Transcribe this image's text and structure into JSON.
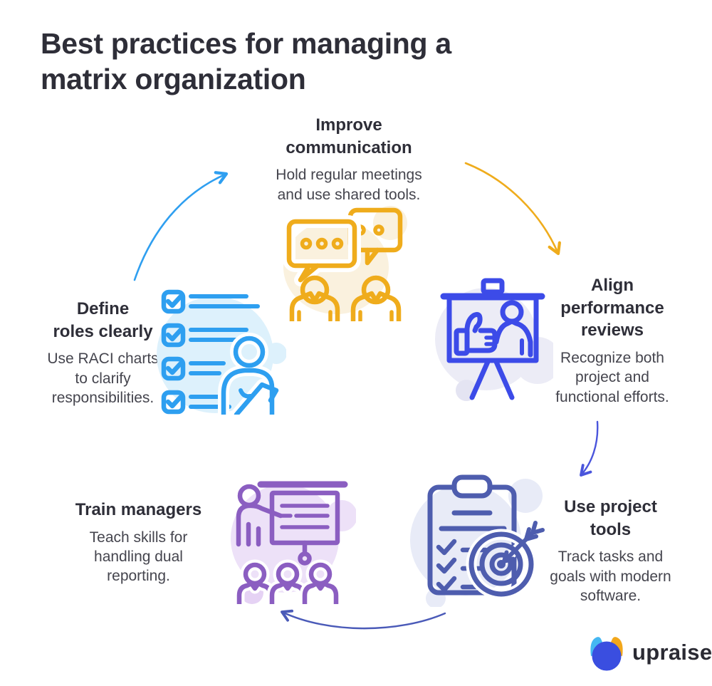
{
  "title": "Best practices for managing a\nmatrix organization",
  "practices": [
    {
      "name": "improve-communication",
      "heading": "Improve\ncommunication",
      "body": "Hold regular meetings\nand use shared tools.",
      "icon": "chat-people-icon",
      "accent": "#EFAC1C"
    },
    {
      "name": "align-performance-reviews",
      "heading": "Align\nperformance\nreviews",
      "body": "Recognize both\nproject and\nfunctional efforts.",
      "icon": "presentation-thumbs-up-icon",
      "accent": "#3C4BE8"
    },
    {
      "name": "use-project-tools",
      "heading": "Use project\ntools",
      "body": "Track tasks and\ngoals with modern\nsoftware.",
      "icon": "clipboard-target-icon",
      "accent": "#4E5DAE"
    },
    {
      "name": "train-managers",
      "heading": "Train managers",
      "body": "Teach skills for\nhandling dual\nreporting.",
      "icon": "trainer-audience-icon",
      "accent": "#8B5EC1"
    },
    {
      "name": "define-roles-clearly",
      "heading": "Define\nroles clearly",
      "body": "Use RACI charts\nto clarify\nresponsibilities.",
      "icon": "checklist-person-icon",
      "accent": "#2E9FF0"
    }
  ],
  "arrows": [
    {
      "name": "define-roles-to-improve-communication",
      "color": "#2F9FF0"
    },
    {
      "name": "improve-communication-to-align-reviews",
      "color": "#EFAC1C"
    },
    {
      "name": "align-reviews-to-project-tools",
      "color": "#4A55DC"
    },
    {
      "name": "project-tools-to-train-managers",
      "color": "#4A5AB8"
    }
  ],
  "logo": {
    "text": "upraise",
    "mark_colors": {
      "left_ear": "#45B7F2",
      "right_ear": "#F2A71B",
      "body": "#3A4EE0"
    }
  }
}
